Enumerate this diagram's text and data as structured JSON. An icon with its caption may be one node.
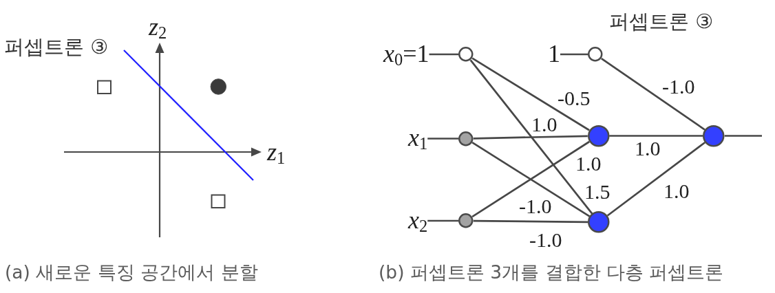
{
  "diagram": {
    "nodes": [
      {
        "text": [
          "*x*$_{0}$=1"
        ]
      },
      {
        "text": [
          "*x*$_{1}$"
        ]
      },
      {
        "text": [
          "*x*$_{2}$"
        ]
      },
      {
        "text": [],
        "shape": "circle"
      },
      {
        "text": [],
        "shape": "circle"
      },
      {
        "text": [],
        "shape": "circle"
      },
      {
        "text": [
          "1"
        ]
      },
      {
        "text": [],
        "shape": "circle"
      },
      {
        "text": [],
        "shape": "circle"
      },
      {
        "text": [],
        "shape": "circle"
      },
      {
        "text": [],
        "shape": "circle"
      }
    ],
    "edges": [
      {
        "from": 0,
        "to": 3,
        "arrow": "none"
      },
      {
        "from": 1,
        "to": 4,
        "arrow": "none"
      },
      {
        "from": 2,
        "to": 5,
        "arrow": "none"
      },
      {
        "from": 3,
        "to": 8,
        "arrow": "none",
        "label": "-0.5"
      },
      {
        "from": 3,
        "to": 9,
        "arrow": "none",
        "label": "1.5"
      },
      {
        "from": 4,
        "to": 8,
        "arrow": "none",
        "label": "1.0"
      },
      {
        "from": 4,
        "to": 9,
        "arrow": "none",
        "label": "-1.0"
      },
      {
        "from": 5,
        "to": 8,
        "arrow": "none",
        "label": "1.0"
      },
      {
        "from": 5,
        "to": 9,
        "arrow": "none",
        "label": "-1.0"
      },
      {
        "from": 6,
        "to": 7,
        "arrow": "none"
      },
      {
        "from": 7,
        "to": 10,
        "arrow": "none",
        "label": "-1.0"
      },
      {
        "from": 8,
        "to": 10,
        "arrow": "none",
        "label": "1.0"
      },
      {
        "from": 9,
        "to": 10,
        "arrow": "none",
        "label": "1.0"
      },
      {
        "from": 10,
        "to": null,
        "arrow": "none"
      }
    ],
    "labels": [
      "*z*$_{2}$",
      "퍼셉트론 ③",
      "*z*$_{1}$",
      "퍼셉트론 ③",
      "(a) 새로운 특징 공간에서 분할",
      "(b) 퍼셉트론 3개를 결합한 다층 퍼셉트론"
    ]
  }
}
